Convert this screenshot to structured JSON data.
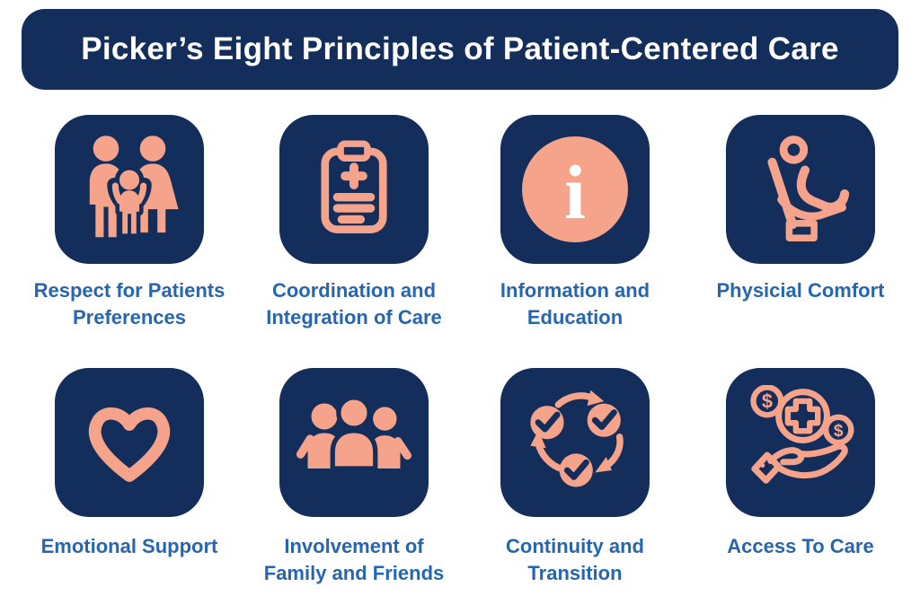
{
  "title": "Picker’s Eight Principles of Patient-Centered Care",
  "theme": {
    "navy": "#132E5A",
    "salmon": "#F5A38A",
    "label": "#2766AE",
    "white": "#FFFFFF",
    "bg": "#FFFFFF"
  },
  "glyphs": {
    "info": "i",
    "dollar": "$"
  },
  "principles": [
    {
      "icon": "family-icon",
      "label": "Respect for Patients\nPreferences"
    },
    {
      "icon": "clipboard-medical-icon",
      "label": "Coordination and\nIntegration of Care"
    },
    {
      "icon": "info-circle-icon",
      "label": "Information and\nEducation"
    },
    {
      "icon": "reclining-seat-icon",
      "label": "Physicial Comfort"
    },
    {
      "icon": "heart-icon",
      "label": "Emotional Support"
    },
    {
      "icon": "people-group-icon",
      "label": "Involvement of\nFamily and Friends"
    },
    {
      "icon": "cycle-checkmarks-icon",
      "label": "Continuity and\nTransition"
    },
    {
      "icon": "hand-medical-dollar-icon",
      "label": "Access To Care"
    }
  ]
}
